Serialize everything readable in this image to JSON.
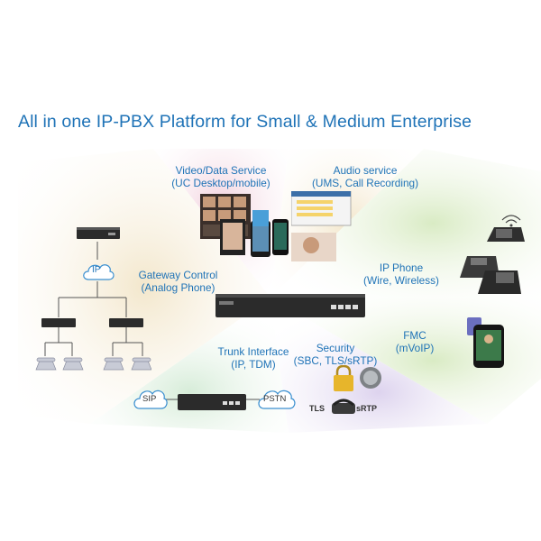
{
  "title": "All in one IP-PBX Platform for Small & Medium Enterprise",
  "labels": {
    "video": [
      "Video/Data Service",
      "(UC Desktop/mobile)"
    ],
    "audio": [
      "Audio service",
      "(UMS, Call Recording)"
    ],
    "gateway": [
      "Gateway Control",
      "(Analog Phone)"
    ],
    "ip_phone": [
      "IP Phone",
      "(Wire, Wireless)"
    ],
    "trunk": [
      "Trunk Interface",
      "(IP, TDM)"
    ],
    "security": [
      "Security",
      "(SBC, TLS/sRTP)"
    ],
    "fmc": [
      "FMC",
      "(mVoIP)"
    ]
  },
  "bubbles": {
    "ip": "IP",
    "sip": "SIP",
    "pstn": "PSTN"
  },
  "security_tags": {
    "tls": "TLS",
    "srtp": "sRTP"
  },
  "colors": {
    "title": "#1f73b7",
    "label": "#1f73b7",
    "sector_video": "#f6dde6",
    "sector_audio": "#f5ecd8",
    "sector_gateway": "#f7eeda",
    "sector_ipphone": "#e4f1d2",
    "sector_trunk": "#e3f2e4",
    "sector_security": "#e8e2f2",
    "device": "#2b2b2b"
  }
}
